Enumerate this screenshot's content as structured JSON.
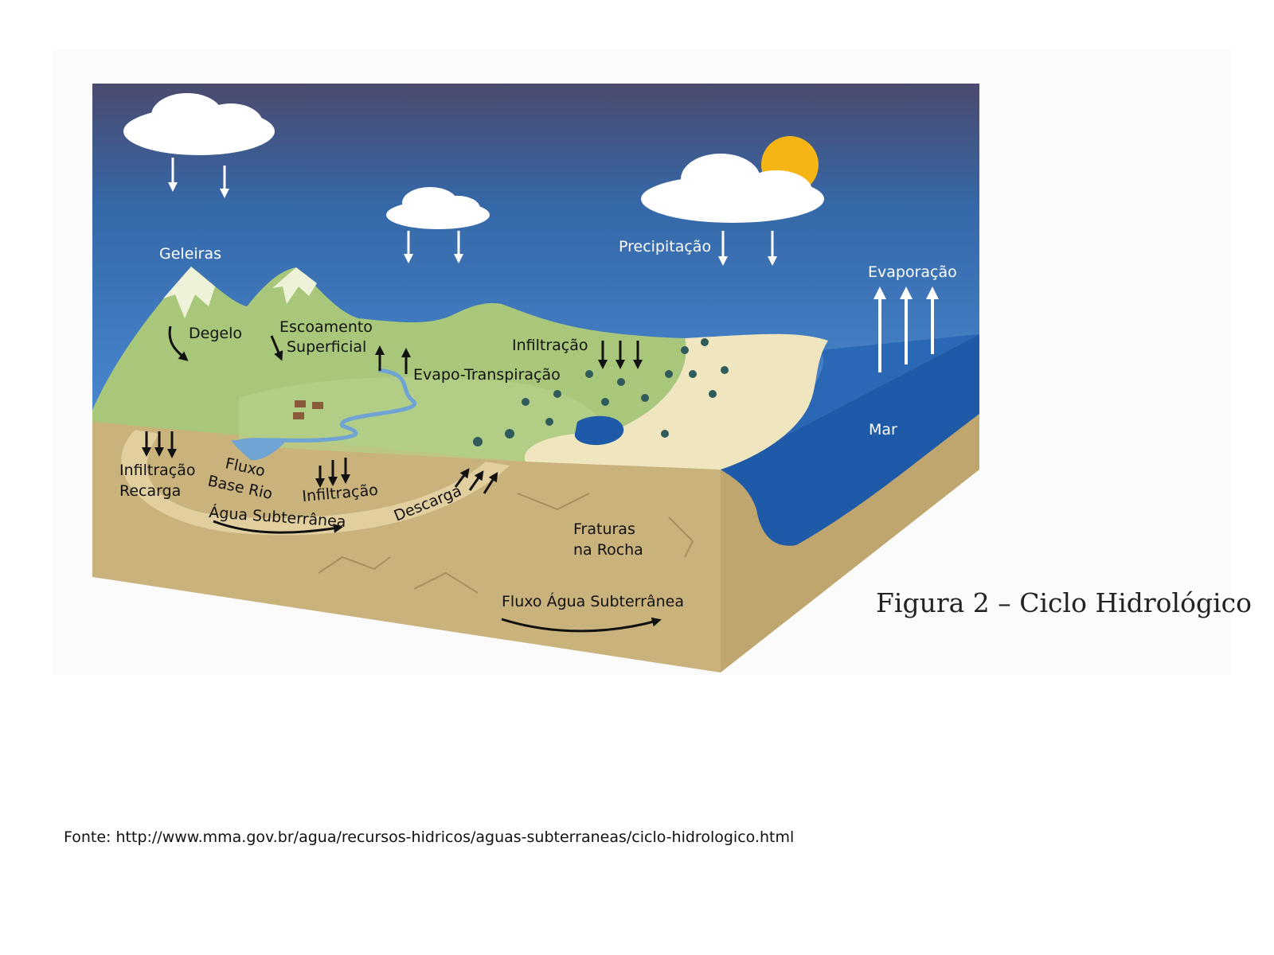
{
  "figure": {
    "caption": "Figura 2 – Ciclo Hidrológico",
    "source": "Fonte: http://www.mma.gov.br/agua/recursos-hidricos/aguas-subterraneas/ciclo-hidrologico.html"
  },
  "labels": {
    "geleiras": "Geleiras",
    "precipitacao": "Precipitação",
    "evaporacao": "Evaporação",
    "degelo": "Degelo",
    "escoamento_1": "Escoamento",
    "escoamento_2": "Superficial",
    "infiltracao_top": "Infiltração",
    "evapo": "Evapo-Transpiração",
    "mar": "Mar",
    "infiltracao_recarga_1": "Infiltração",
    "infiltracao_recarga_2": "Recarga",
    "fluxo_base_1": "Fluxo",
    "fluxo_base_2": "Base Rio",
    "infiltracao_mid": "Infiltração",
    "descarga": "Descarga",
    "agua_subterranea": "Água Subterrânea",
    "fraturas_1": "Fraturas",
    "fraturas_2": "na Rocha",
    "fluxo_agua_subterranea": "Fluxo Água Subterrânea"
  },
  "colors": {
    "sky_top": "#4b4a6e",
    "sky_bottom": "#3f83cc",
    "land": "#a9c77a",
    "soil": "#c7b07a",
    "sea": "#1f5aa8",
    "sand": "#efe6bf",
    "sun": "#f5b515"
  }
}
